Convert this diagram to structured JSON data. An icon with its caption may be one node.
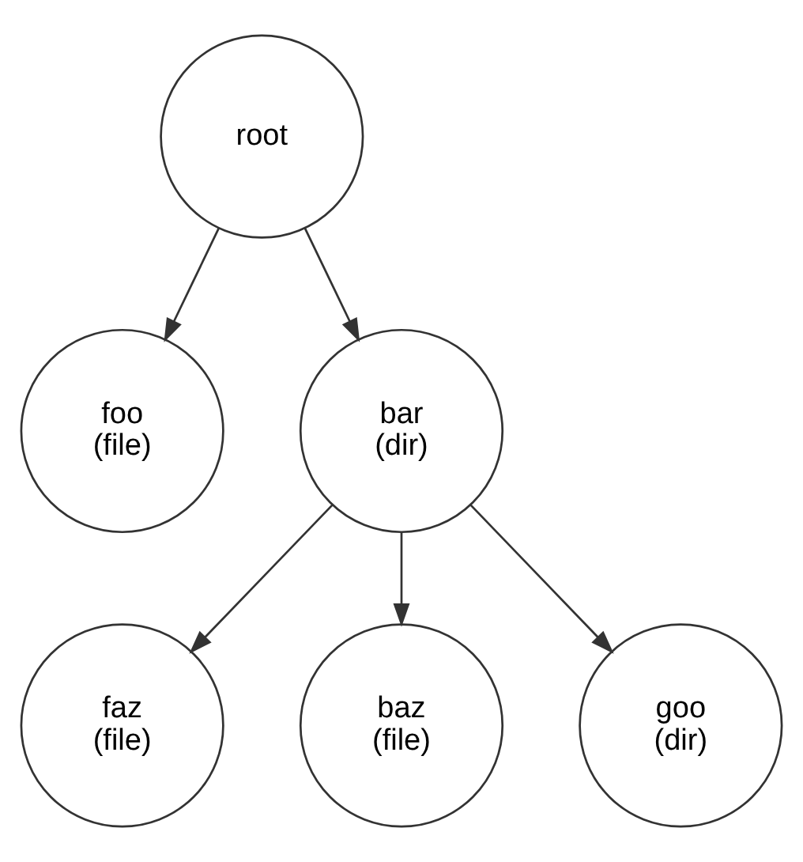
{
  "diagram": {
    "nodes": [
      {
        "text": [
          "root"
        ]
      },
      {
        "text": [
          "foo",
          "(file)"
        ]
      },
      {
        "text": [
          "bar",
          "(dir)"
        ]
      },
      {
        "text": [
          "faz",
          "(file)"
        ]
      },
      {
        "text": [
          "baz",
          "(file)"
        ]
      },
      {
        "text": [
          "goo",
          "(dir)"
        ]
      }
    ],
    "edges": [
      {
        "from": 0,
        "to": 1,
        "arrow": "to"
      },
      {
        "from": 0,
        "to": 2,
        "arrow": "to"
      },
      {
        "from": 2,
        "to": 3,
        "arrow": "to"
      },
      {
        "from": 2,
        "to": 4,
        "arrow": "to"
      },
      {
        "from": 2,
        "to": 5,
        "arrow": "to"
      }
    ]
  }
}
